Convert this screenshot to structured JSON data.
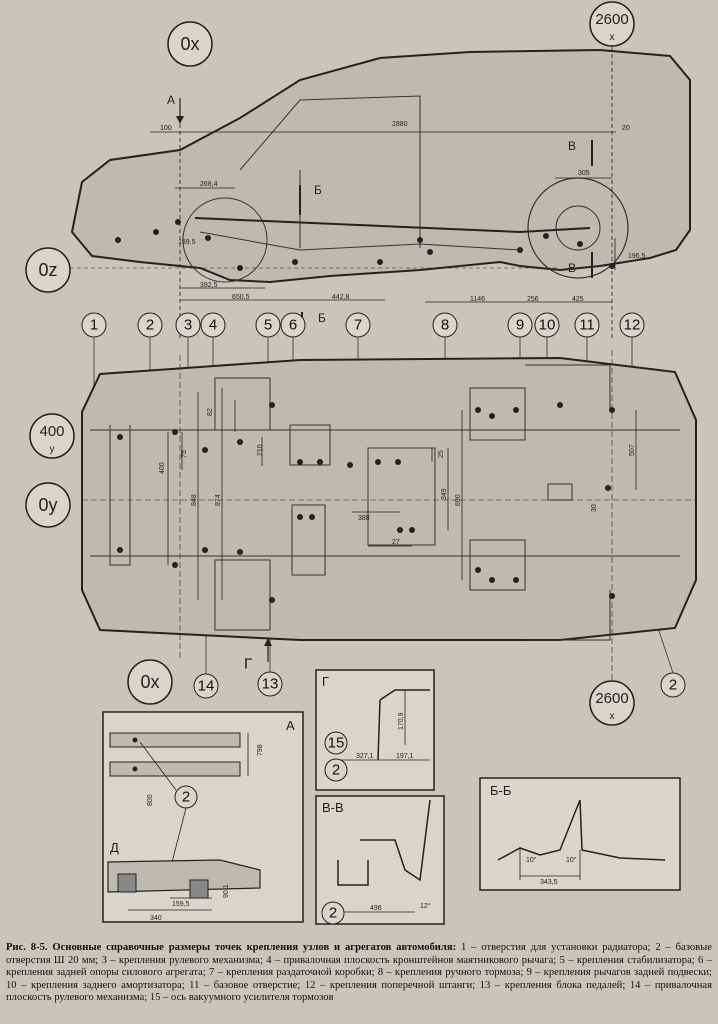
{
  "figure": {
    "markers": {
      "ox_top": "0x",
      "oz": "0z",
      "y400": "400",
      "y400_sub": "y",
      "oy": "0y",
      "ox_bottom": "0x",
      "x2600_top": "2600",
      "x2600_top_sub": "x",
      "x2600_bottom": "2600",
      "x2600_bottom_sub": "x"
    },
    "view_letters": {
      "a": "А",
      "b_top": "Б",
      "b_bottom": "Б",
      "v_top": "В",
      "v_bottom": "В",
      "g": "Г"
    },
    "callouts": [
      "1",
      "2",
      "3",
      "4",
      "5",
      "6",
      "7",
      "8",
      "9",
      "10",
      "11",
      "12",
      "14",
      "13",
      "2"
    ],
    "side_dims": [
      "100",
      "2880",
      "20",
      "268,4",
      "305",
      "159,5",
      "392,5",
      "650,5",
      "442,8",
      "1146",
      "256",
      "425",
      "196,5"
    ],
    "plan_dims": [
      "82",
      "75",
      "400",
      "210",
      "848",
      "874",
      "25",
      "349",
      "690",
      "388",
      "27",
      "507",
      "30"
    ],
    "insets": {
      "a": {
        "title": "А",
        "dims": [
          "798",
          "800"
        ],
        "callout": "2"
      },
      "d": {
        "title": "Д",
        "dims": [
          "340",
          "159,5",
          "90,1"
        ],
        "callout": "2"
      },
      "g": {
        "title": "Г",
        "dims": [
          "170,9",
          "327,1",
          "197,1"
        ],
        "callouts": [
          "15",
          "2"
        ]
      },
      "vv": {
        "title": "В-В",
        "dims": [
          "496",
          "12°"
        ],
        "callout": "2"
      },
      "bb": {
        "title": "Б-Б",
        "dims": [
          "10°",
          "10°",
          "343,5"
        ]
      }
    }
  },
  "caption": {
    "title": "Рис. 8-5. Основные справочные размеры точек крепления узлов и агрегатов автомобиля:",
    "body": "1 – отверстия для установки радиатора; 2 – базовые отверстия Ш 20 мм; 3 – крепления рулевого механизма; 4 – привалочная плоскость кронштейнов маятникового рычага; 5 – крепления стабилизатора; 6 – крепления задней опоры силового агрегата; 7 – крепления раздаточной коробки; 8 – крепления ручного тормоза; 9 – крепления рычагов задней подвески; 10 – крепления заднего амортизатора; 11 – базовое отверстие; 12 – крепления поперечной штанги; 13 – крепления блока педалей; 14 – привалочная плоскость рулевого механизма; 15 – ось вакуумного усилителя тормозов"
  },
  "colors": {
    "paper": "#c9c5bd",
    "ink": "#222222",
    "panel": "#d8d5cd",
    "body_fill": "#bfbab1"
  }
}
